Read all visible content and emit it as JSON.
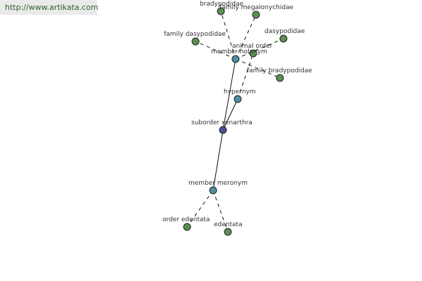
{
  "header": {
    "url": "http://www.artikata.com"
  },
  "colors": {
    "leaf": "#5b8f52",
    "relation": "#4f8fa0",
    "root": "#4a4f94"
  },
  "nodes": [
    {
      "id": "bradypodidae",
      "label": "bradypodidae",
      "kind": "leaf"
    },
    {
      "id": "family-megalonychidae",
      "label": "family megalonychidae",
      "kind": "leaf"
    },
    {
      "id": "family-dasypodidae",
      "label": "family dasypodidae",
      "kind": "leaf"
    },
    {
      "id": "dasypodidae",
      "label": "dasypodidae",
      "kind": "leaf"
    },
    {
      "id": "animal-order",
      "label": "animal order",
      "kind": "leaf"
    },
    {
      "id": "member-holonym",
      "label": "member holonym",
      "kind": "relation"
    },
    {
      "id": "family-bradypodidae",
      "label": "family bradypodidae",
      "kind": "leaf"
    },
    {
      "id": "hypernym",
      "label": "hypernym",
      "kind": "relation"
    },
    {
      "id": "suborder-xenarthra",
      "label": "suborder xenarthra",
      "kind": "root"
    },
    {
      "id": "member-meronym",
      "label": "member meronym",
      "kind": "relation"
    },
    {
      "id": "order-edentata",
      "label": "order edentata",
      "kind": "leaf"
    },
    {
      "id": "edentata",
      "label": "edentata",
      "kind": "leaf"
    }
  ],
  "edges": [
    {
      "from": "suborder-xenarthra",
      "to": "member-holonym",
      "style": "solid"
    },
    {
      "from": "suborder-xenarthra",
      "to": "hypernym",
      "style": "solid"
    },
    {
      "from": "suborder-xenarthra",
      "to": "member-meronym",
      "style": "solid"
    },
    {
      "from": "member-holonym",
      "to": "bradypodidae",
      "style": "dashed"
    },
    {
      "from": "member-holonym",
      "to": "family-megalonychidae",
      "style": "dashed"
    },
    {
      "from": "member-holonym",
      "to": "family-dasypodidae",
      "style": "dashed"
    },
    {
      "from": "member-holonym",
      "to": "dasypodidae",
      "style": "dashed"
    },
    {
      "from": "member-holonym",
      "to": "family-bradypodidae",
      "style": "dashed"
    },
    {
      "from": "hypernym",
      "to": "animal-order",
      "style": "dashed"
    },
    {
      "from": "member-meronym",
      "to": "order-edentata",
      "style": "dashed"
    },
    {
      "from": "member-meronym",
      "to": "edentata",
      "style": "dashed"
    }
  ]
}
